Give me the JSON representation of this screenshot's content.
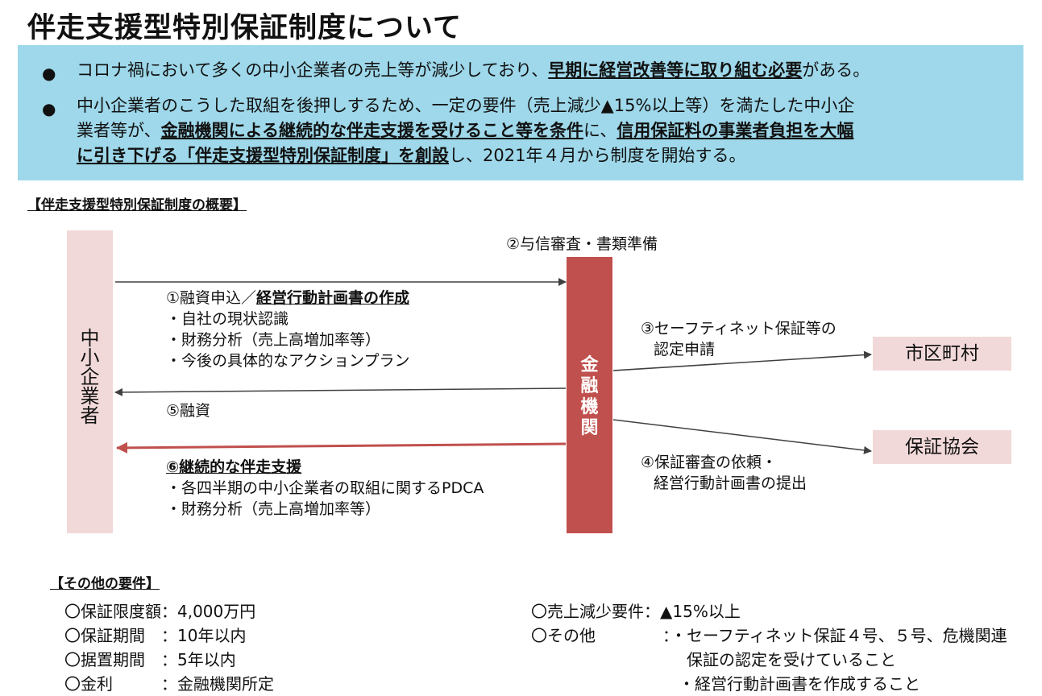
{
  "title": "伴走支援型特別保証制度について",
  "summary": {
    "bullet1": {
      "pre": "コロナ禍において多くの中小企業者の売上等が減少しており、",
      "bold": "早期に経営改善等に取り組む必要",
      "post": "がある。"
    },
    "bullet2": {
      "line1": "中小企業者のこうした取組を後押しするため、一定の要件（売上減少▲15%以上等）を満たした中小企",
      "line2_pre": "業者等が、",
      "line2_bold1": "金融機関による継続的な伴走支援を受けること等を条件",
      "line2_mid": "に、",
      "line2_bold2": "信用保証料の事業者負担を大幅",
      "line3_bold": "に引き下げる「伴走支援型特別保証制度」を創設",
      "line3_post": "し、2021年４月から制度を開始する。"
    }
  },
  "overview_heading": "【伴走支援型特別保証制度の概要】",
  "diagram": {
    "sme_label": [
      "中",
      "小",
      "企",
      "業",
      "者"
    ],
    "bank_label": [
      "金",
      "融",
      "機",
      "関"
    ],
    "step2": "②与信審査・書類準備",
    "step1": {
      "prefix": "①融資申込／",
      "bold": "経営行動計画書の作成",
      "items": [
        "・自社の現状認識",
        "・財務分析（売上高増加率等）",
        "・今後の具体的なアクションプラン"
      ]
    },
    "step5": "⑤融資",
    "step6": {
      "bold": "⑥継続的な伴走支援",
      "items": [
        "・各四半期の中小企業者の取組に関するPDCA",
        "・財務分析（売上高増加率等）"
      ]
    },
    "step3": [
      "③セーフティネット保証等の",
      "認定申請"
    ],
    "step4": [
      "④保証審査の依頼・",
      "経営行動計画書の提出"
    ],
    "municipality": "市区町村",
    "guarantee_assoc": "保証協会"
  },
  "other_heading": "【その他の要件】",
  "requirements_left": [
    "〇保証限度額：4,000万円",
    "〇保証期間　：10年以内",
    "〇据置期間　：5年以内",
    "〇金利　　　：金融機関所定"
  ],
  "requirements_right": {
    "r1": "〇売上減少要件：▲15%以上",
    "r2_label": "〇その他",
    "r2_line1": "：・セーフティネット保証４号、５号、危機関連",
    "r2_line2": "保証の認定を受けていること",
    "r2_line3": "・経営行動計画書を作成すること"
  },
  "colors": {
    "summary_bg": "#9ed8ea",
    "pink": "#f2d9d9",
    "bank": "#c0504d",
    "arrow_dark": "#404040"
  }
}
